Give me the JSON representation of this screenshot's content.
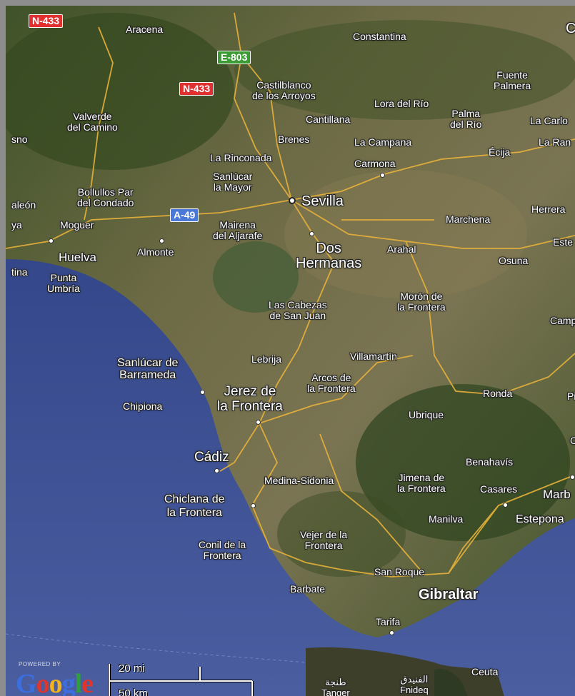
{
  "map": {
    "attribution": {
      "powered": "POWERED BY",
      "logo": [
        "G",
        "o",
        "o",
        "g",
        "l",
        "e"
      ],
      "logo_colors": [
        "#3b6fe0",
        "#e0352b",
        "#f3b31c",
        "#3b6fe0",
        "#2e9e3f",
        "#e0352b"
      ]
    },
    "scale": {
      "imperial": "20 mi",
      "metric": "50 km"
    },
    "colors": {
      "sea": "#3b4d8a",
      "land": "#6c6b42",
      "road": "#e8b23a",
      "highway_shield_red": "#e0302f",
      "highway_shield_green": "#3d9b35",
      "highway_shield_blue": "#4a78d8"
    },
    "shields": [
      {
        "id": "n433-top",
        "label": "N-433",
        "color": "red"
      },
      {
        "id": "e803",
        "label": "E-803",
        "color": "green"
      },
      {
        "id": "n433",
        "label": "N-433",
        "color": "red"
      },
      {
        "id": "a49",
        "label": "A-49",
        "color": "blue"
      }
    ],
    "places": {
      "aracena": "Aracena",
      "constantina": "Constantina",
      "co": "Co",
      "castilblanco": "Castilblanco\nde los Arroyos",
      "fuente_palmera": "Fuente\nPalmera",
      "lora_del_rio": "Lora del Río",
      "palma_del_rio": "Palma\ndel Río",
      "valverde": "Valverde\ndel Camino",
      "cantillana": "Cantillana",
      "la_carlo": "La Carlo",
      "sno": "sno",
      "brenes": "Brenes",
      "la_campana": "La Campana",
      "ecija": "Écija",
      "la_ran": "La Ran",
      "la_rinconada": "La Rinconada",
      "carmona": "Carmona",
      "sanlucar_mayor": "Sanlúcar\nla Mayor",
      "bollullos": "Bollullos Par\ndel Condado",
      "sevilla": "Sevilla",
      "herrera": "Herrera",
      "aleon": "aleón",
      "moguer": "Moguer",
      "mairena": "Mairena\ndel Aljarafe",
      "marchena": "Marchena",
      "ya": "ya",
      "este": "Este",
      "huelva": "Huelva",
      "almonte": "Almonte",
      "dos_hermanas": "Dos\nHermanas",
      "arahal": "Arahal",
      "osuna": "Osuna",
      "tina": "tina",
      "punta_umbria": "Punta\nUmbría",
      "moron": "Morón de\nla Frontera",
      "las_cabezas": "Las Cabezas\nde San Juan",
      "camp": "Camp",
      "lebrija": "Lebrija",
      "villamartin": "Villamartín",
      "sanlucar_barrameda": "Sanlúcar de\nBarrameda",
      "arcos": "Arcos de\nla Frontera",
      "jerez": "Jerez de\nla Frontera",
      "ronda": "Ronda",
      "pi": "Pi",
      "chipiona": "Chipiona",
      "ubrique": "Ubrique",
      "c_right": "C",
      "cadiz": "Cádiz",
      "benahavis": "Benahavís",
      "medina": "Medina-Sidonia",
      "jimena": "Jimena de\nla Frontera",
      "casares": "Casares",
      "marb": "Marb",
      "chiclana": "Chiclana de\nla Frontera",
      "estepona": "Estepona",
      "manilva": "Manilva",
      "vejer": "Vejer de la\nFrontera",
      "conil": "Conil de la\nFrontera",
      "san_roque": "San Roque",
      "gibraltar": "Gibraltar",
      "barbate": "Barbate",
      "tarifa": "Tarifa",
      "ceuta": "Ceuta",
      "tanger": "طنجة\nTanger",
      "fnideq": "الفنيدق\nFnideq"
    }
  }
}
